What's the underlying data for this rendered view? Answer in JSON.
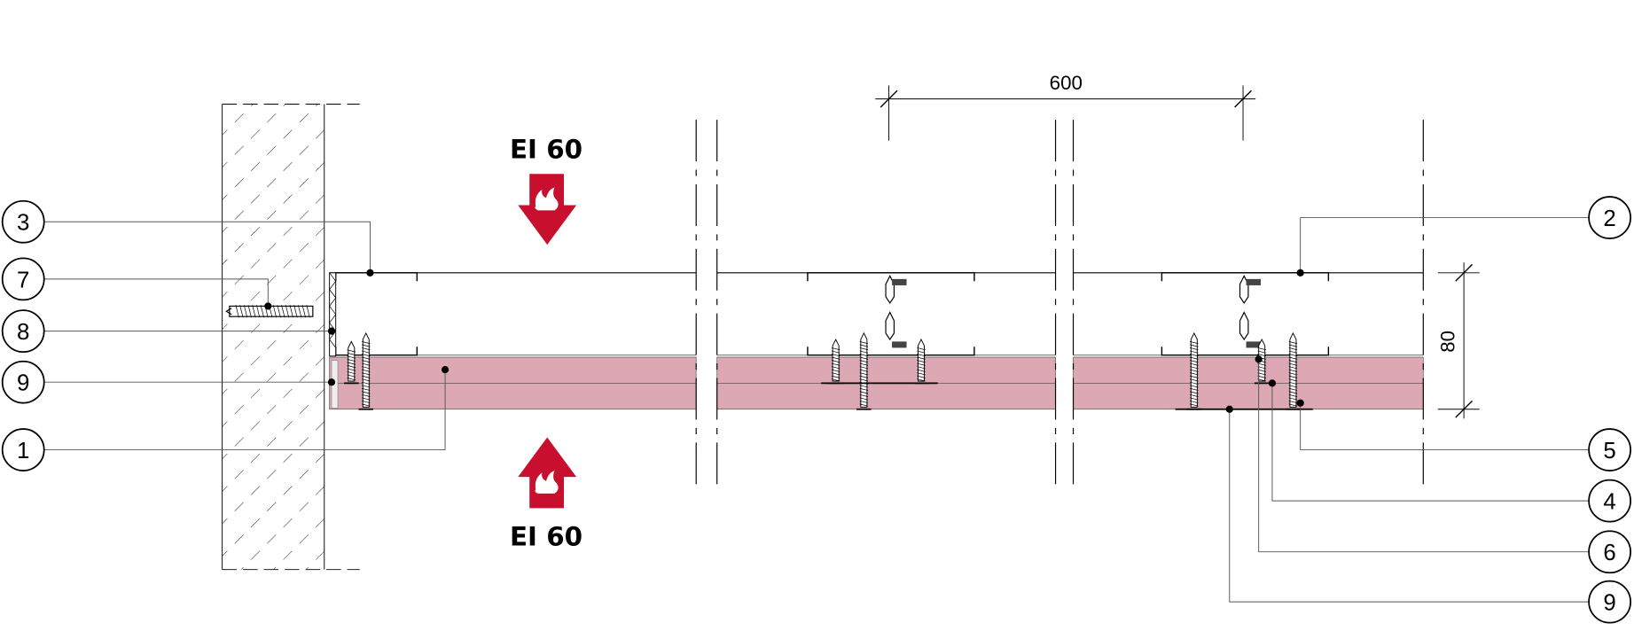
{
  "colors": {
    "board": "#dca8b3",
    "fire": "#c8102e",
    "line": "#000000"
  },
  "fire_ratings": {
    "top": "EI 60",
    "bottom": "EI 60"
  },
  "dimensions": {
    "spacing": "600",
    "height": "80"
  },
  "callouts_left": [
    "3",
    "7",
    "8",
    "9",
    "1"
  ],
  "callouts_right": [
    "2",
    "5",
    "4",
    "6",
    "9"
  ]
}
